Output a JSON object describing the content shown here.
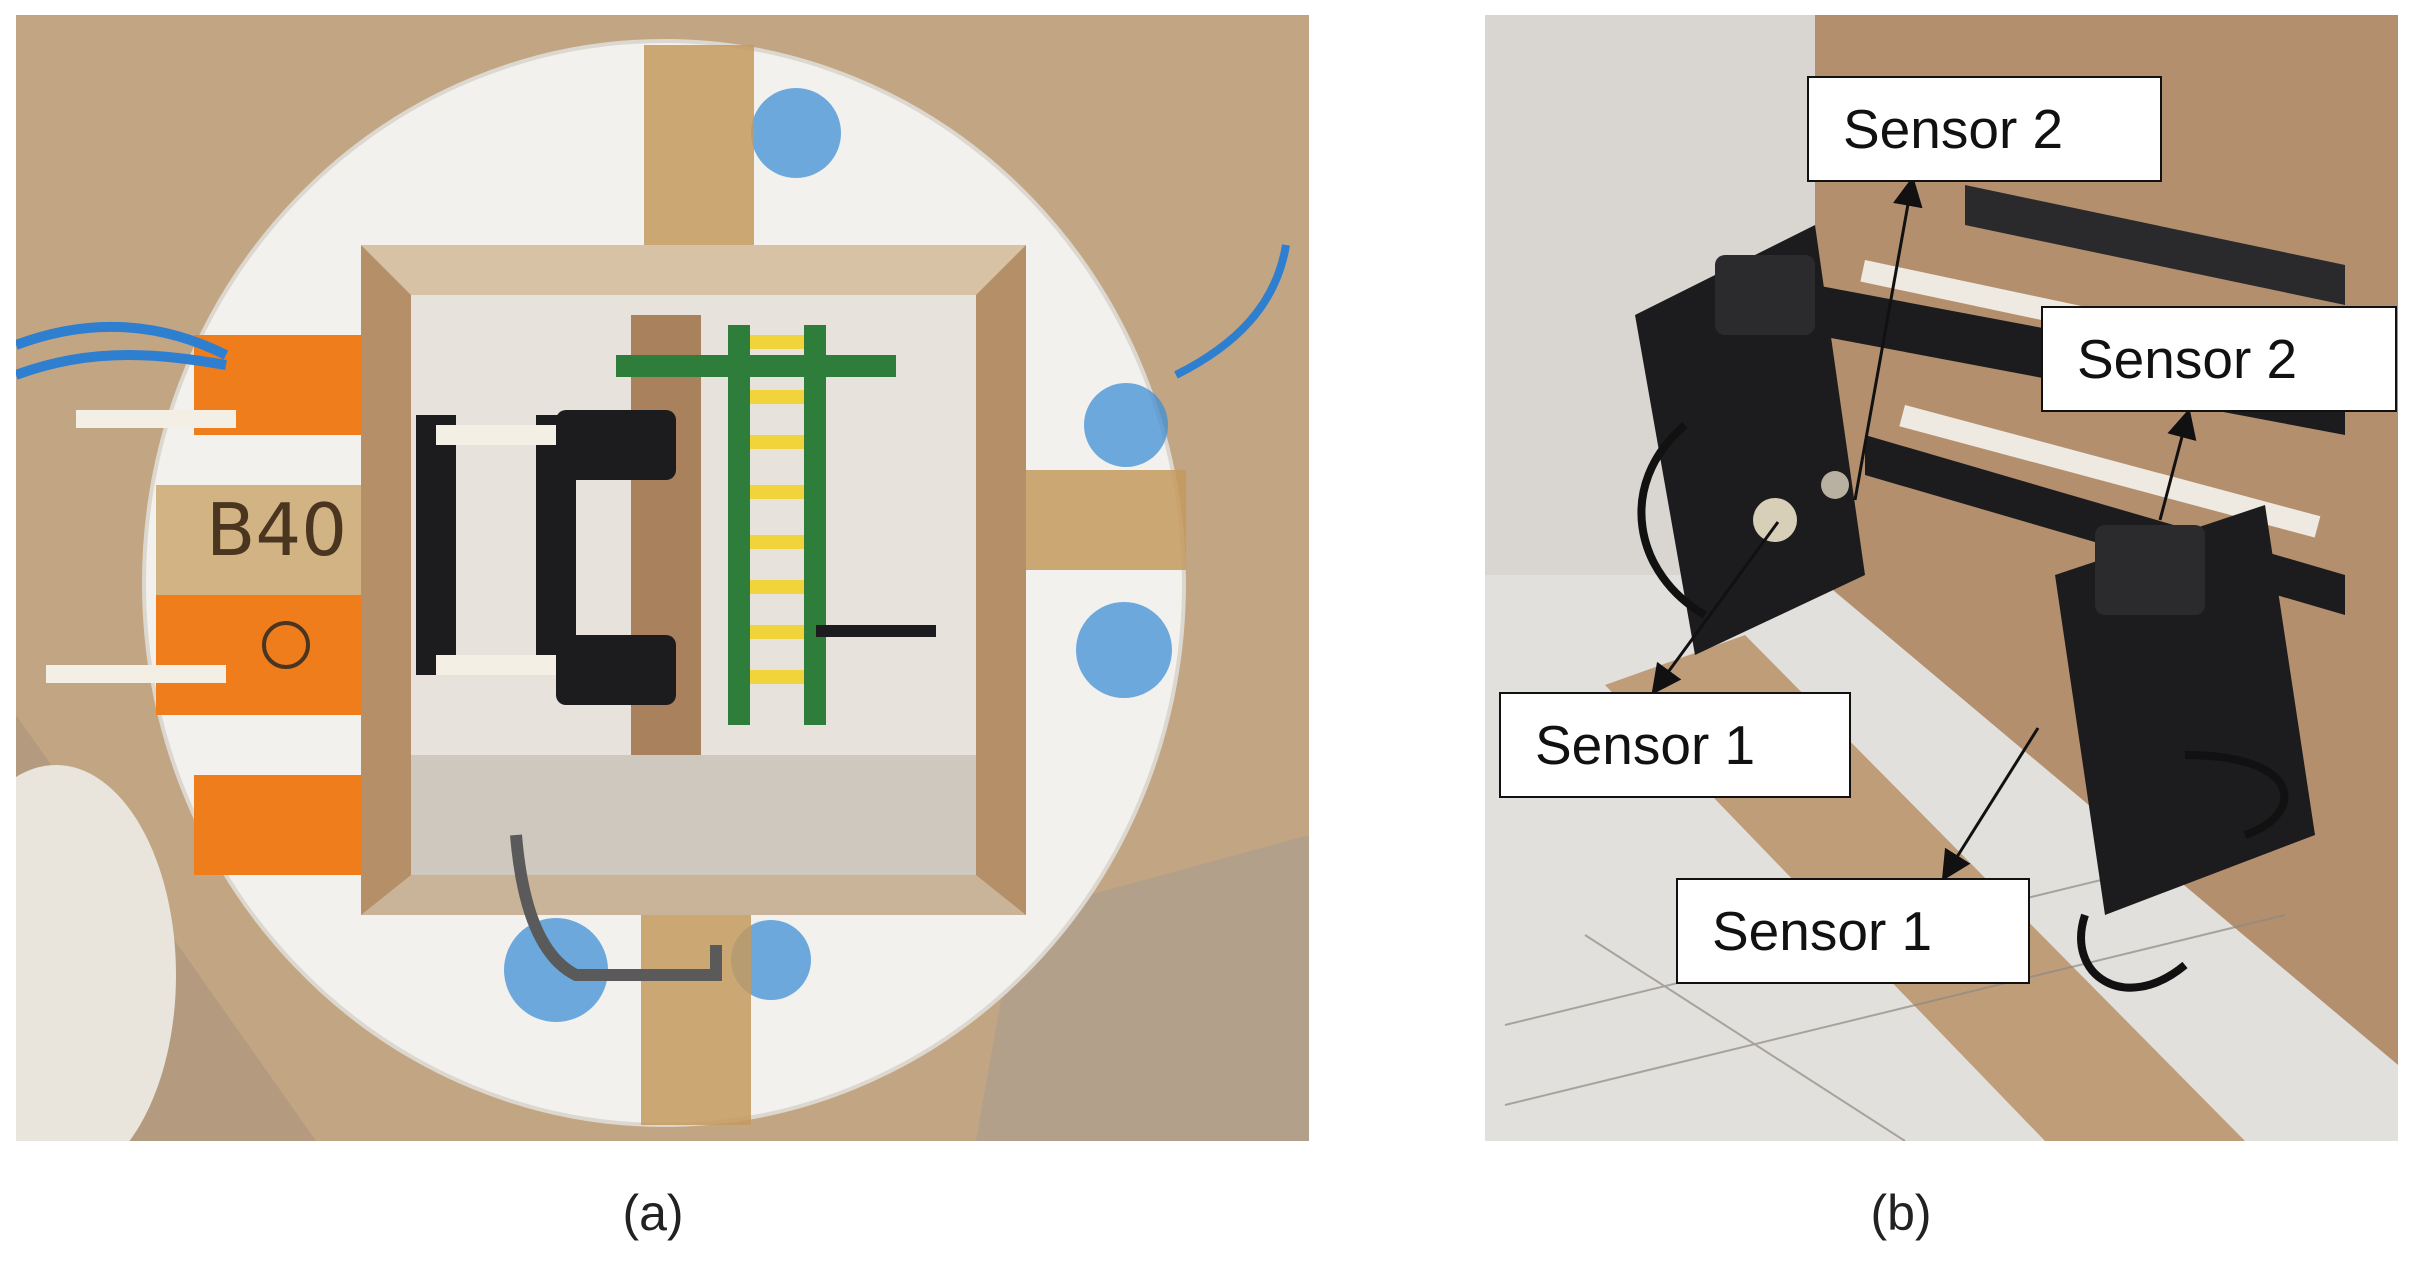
{
  "figure": {
    "panel_a": {
      "caption": "(a)",
      "handwritten_tape_text": "B40"
    },
    "panel_b": {
      "caption": "(b)",
      "labels": {
        "sensor2_top": "Sensor 2",
        "sensor2_middle": "Sensor 2",
        "sensor1_left": "Sensor 1",
        "sensor1_bottom": "Sensor 1"
      }
    }
  },
  "colors": {
    "foam": "#f2f1ee",
    "cardboard": "#c9a07c",
    "orange_tape": "#f07d1c",
    "clear_tape": "#c49a5e",
    "blue_paint": "#3f8fd6",
    "pcb_green": "#2f7d3a",
    "pcb_yellow": "#f1d33c",
    "frame_black": "#1c1c1e",
    "floor": "#d8d4cc"
  }
}
